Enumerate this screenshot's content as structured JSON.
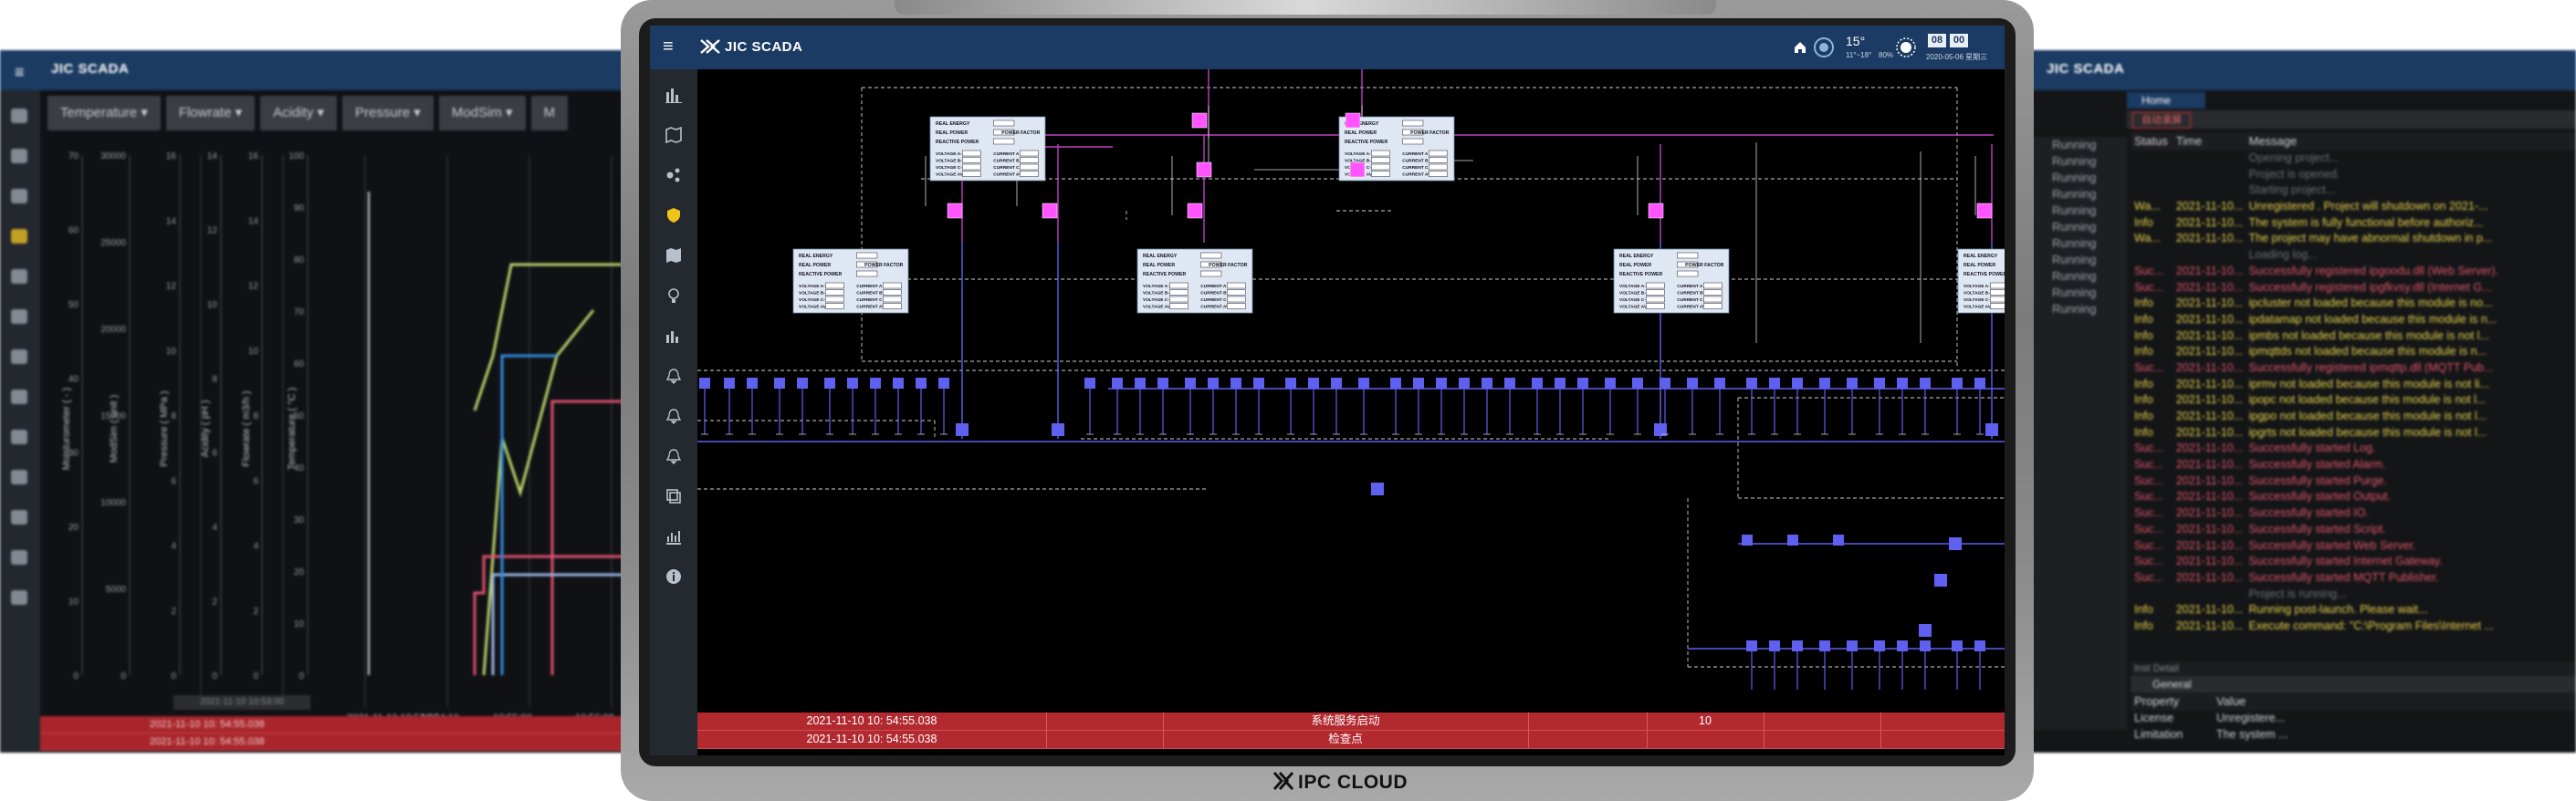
{
  "app": {
    "name": "JIC SCADA",
    "brand": "IPC CLOUD"
  },
  "left_window": {
    "tabs": [
      "Temperature",
      "Flowrate",
      "Acidity",
      "Pressure",
      "ModSim",
      "M"
    ],
    "axis_labels": [
      "Moisturometer ( - )",
      "ModSim ( unit )",
      "Pressure ( MPa )",
      "Acidity ( pH )",
      "Flowrate ( m3/h )",
      "Temperature ( °C )"
    ],
    "axis_ticks": [
      [
        "70",
        "60",
        "50",
        "40",
        "30",
        "20",
        "10",
        "0"
      ],
      [
        "30000",
        "25000",
        "20000",
        "15000",
        "10000",
        "5000",
        "0"
      ],
      [
        "16",
        "14",
        "12",
        "10",
        "8",
        "6",
        "4",
        "2",
        "0"
      ],
      [
        "14",
        "12",
        "10",
        "8",
        "6",
        "4",
        "2",
        "0"
      ],
      [
        "16",
        "14",
        "12",
        "10",
        "8",
        "6",
        "4",
        "2",
        "0"
      ],
      [
        "100",
        "90",
        "80",
        "70",
        "60",
        "50",
        "40",
        "30",
        "20",
        "10",
        "0"
      ]
    ],
    "x_ticks": [
      "2021-11-10 10:53:02",
      "10:54:10",
      "10:55:00",
      "10:56:00"
    ],
    "date_box": "2021-11-10 10:53:00",
    "rows": [
      "2021-11-10 10:  54:55.038",
      "2021-11-10 10:  54:55.038"
    ]
  },
  "header": {
    "temperature": "15°",
    "temp_range": "11°~18°",
    "humidity": "80%",
    "clock_h": "08",
    "clock_m": "00",
    "date": "2020-05-06 星期三"
  },
  "alarms": [
    {
      "time": "2021-11-10 10:  54:55.038",
      "message": "系统服务启动",
      "value": "10"
    },
    {
      "time": "2021-11-10 10:  54:55.038",
      "message": "检查点",
      "value": ""
    }
  ],
  "right_window": {
    "tab": "Home",
    "toolbar_label": "自动滚屏",
    "tree_items": [
      "Running",
      "Running",
      "Running",
      "Running",
      "Running",
      "Running",
      "Running",
      "Running",
      "Running",
      "Running",
      "Running"
    ],
    "log_headers": [
      "Status",
      "Time",
      "Message"
    ],
    "log_rows": [
      {
        "status": "",
        "time": "",
        "msg": "Opening project...",
        "color": "#6b6f75"
      },
      {
        "status": "",
        "time": "",
        "msg": "Project is opened.",
        "color": "#6b6f75"
      },
      {
        "status": "",
        "time": "",
        "msg": "Starting project...",
        "color": "#6b6f75"
      },
      {
        "status": "Wa...",
        "time": "2021-11-10...",
        "msg": "Unregistered . Project will shutdown on 2021-...",
        "color": "#e8d44a"
      },
      {
        "status": "Info",
        "time": "2021-11-10...",
        "msg": "The system is fully functional before authoriz...",
        "color": "#e8d44a"
      },
      {
        "status": "Wa...",
        "time": "2021-11-10...",
        "msg": "The project may have abnormal shutdown in p...",
        "color": "#e8d44a"
      },
      {
        "status": "",
        "time": "",
        "msg": "Loading log...",
        "color": "#6b6f75"
      },
      {
        "status": "Suc...",
        "time": "2021-11-10...",
        "msg": "Successfully registered ipgoodu.dll (Web Server).",
        "color": "#e0556a"
      },
      {
        "status": "Suc...",
        "time": "2021-11-10...",
        "msg": "Successfully registered ipgfkvsy.dll (Internet G...",
        "color": "#e0556a"
      },
      {
        "status": "Info",
        "time": "2021-11-10...",
        "msg": "ipcluster not loaded because this module is no...",
        "color": "#e8d44a"
      },
      {
        "status": "Info",
        "time": "2021-11-10...",
        "msg": "ipdatamap not loaded because this module is n...",
        "color": "#e8d44a"
      },
      {
        "status": "Info",
        "time": "2021-11-10...",
        "msg": "ipmbs not loaded because this module is not l...",
        "color": "#e8d44a"
      },
      {
        "status": "Info",
        "time": "2021-11-10...",
        "msg": "ipmqttds not loaded because this module is n...",
        "color": "#e8d44a"
      },
      {
        "status": "Suc...",
        "time": "2021-11-10...",
        "msg": "Successfully registered ipmqttp.dll (MQTT Pub...",
        "color": "#e0556a"
      },
      {
        "status": "Info",
        "time": "2021-11-10...",
        "msg": "iprmv not loaded because this module is not li...",
        "color": "#e8d44a"
      },
      {
        "status": "Info",
        "time": "2021-11-10...",
        "msg": "ipopc not loaded because this module is not l...",
        "color": "#e8d44a"
      },
      {
        "status": "Info",
        "time": "2021-11-10...",
        "msg": "ipgpo not loaded because this module is not l...",
        "color": "#e8d44a"
      },
      {
        "status": "Info",
        "time": "2021-11-10...",
        "msg": "ipgrts not loaded because this module is not l...",
        "color": "#e8d44a"
      },
      {
        "status": "Suc...",
        "time": "2021-11-10...",
        "msg": "Successfully started Log.",
        "color": "#e0556a"
      },
      {
        "status": "Suc...",
        "time": "2021-11-10...",
        "msg": "Successfully started Alarm.",
        "color": "#e0556a"
      },
      {
        "status": "Suc...",
        "time": "2021-11-10...",
        "msg": "Successfully started Purge.",
        "color": "#e0556a"
      },
      {
        "status": "Suc...",
        "time": "2021-11-10...",
        "msg": "Successfully started Output.",
        "color": "#e0556a"
      },
      {
        "status": "Suc...",
        "time": "2021-11-10...",
        "msg": "Successfully started IO.",
        "color": "#e0556a"
      },
      {
        "status": "Suc...",
        "time": "2021-11-10...",
        "msg": "Successfully started Script.",
        "color": "#e0556a"
      },
      {
        "status": "Suc...",
        "time": "2021-11-10...",
        "msg": "Successfully started Web Server.",
        "color": "#e0556a"
      },
      {
        "status": "Suc...",
        "time": "2021-11-10...",
        "msg": "Successfully started Internet Gateway.",
        "color": "#e0556a"
      },
      {
        "status": "Suc...",
        "time": "2021-11-10...",
        "msg": "Successfully started MQTT Publisher.",
        "color": "#e0556a"
      },
      {
        "status": "",
        "time": "",
        "msg": "Project is running...",
        "color": "#6b6f75"
      },
      {
        "status": "Info",
        "time": "2021-11-10...",
        "msg": "Running post-launch. Please wait...",
        "color": "#e8d44a"
      },
      {
        "status": "Info",
        "time": "2021-11-10...",
        "msg": "Execute command: \"C:\\Program Files\\Internet ...",
        "color": "#e8d44a"
      }
    ],
    "panel_title": "Inst Detail",
    "panel_tab": "General",
    "prop_headers": [
      "Property",
      "Value"
    ],
    "props": [
      {
        "k": "License",
        "v": "Unregistere..."
      },
      {
        "k": "Limitation",
        "v": "The system ..."
      }
    ]
  },
  "meter_labels": {
    "real_energy": "REAL ENERGY",
    "real_power": "REAL POWER",
    "reactive_power": "REACTIVE POWER",
    "power_factor": "POWER FACTOR",
    "voltage_ab": "VOLTAGE A-B",
    "voltage_bc": "VOLTAGE B-C",
    "voltage_ca": "VOLTAGE C-A",
    "voltage_avg": "VOLTAGE AVG",
    "current_a": "CURRENT A",
    "current_b": "CURRENT B",
    "current_c": "CURRENT C",
    "current_avg": "CURRENT AVG"
  },
  "colors": {
    "header_blue": "#1c3b64",
    "alarm_red": "#b22a2f",
    "breaker_magenta": "#ff55ff",
    "breaker_blue": "#5f5ff0",
    "bus_magenta": "#c040c0",
    "meter_panel": "#dfe8f2"
  }
}
